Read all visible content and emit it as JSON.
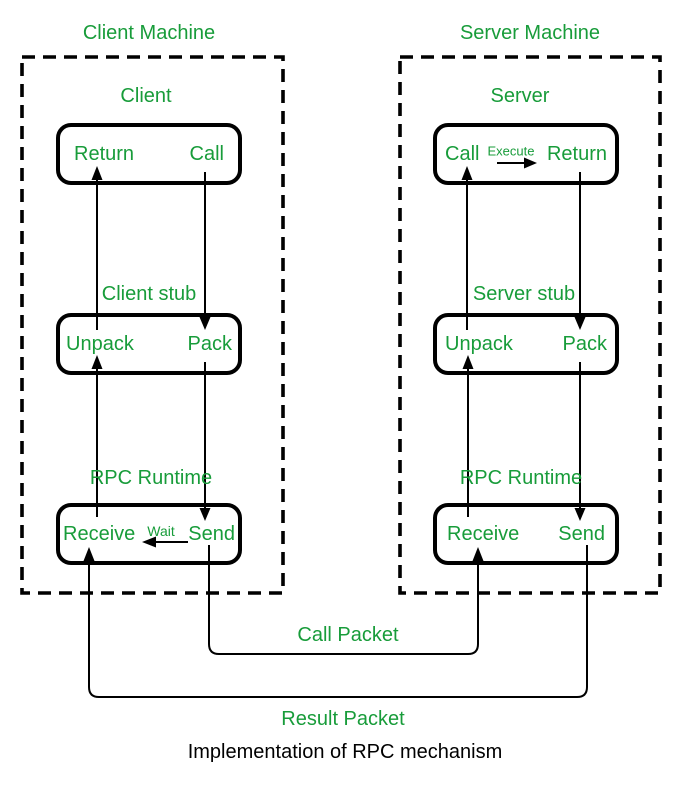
{
  "colors": {
    "green": "#189C3A",
    "black": "#000000",
    "background": "#FFFFFF"
  },
  "client_machine": {
    "title": "Client Machine",
    "client_box": {
      "label": "Client",
      "left": "Return",
      "right": "Call"
    },
    "stub_box": {
      "label": "Client stub",
      "left": "Unpack",
      "right": "Pack"
    },
    "runtime_box": {
      "label": "RPC Runtime",
      "left": "Receive",
      "right": "Send",
      "wait_label": "Wait"
    }
  },
  "server_machine": {
    "title": "Server Machine",
    "server_box": {
      "label": "Server",
      "left": "Call",
      "right": "Return",
      "execute_label": "Execute"
    },
    "stub_box": {
      "label": "Server stub",
      "left": "Unpack",
      "right": "Pack"
    },
    "runtime_box": {
      "label": "RPC Runtime",
      "left": "Receive",
      "right": "Send"
    }
  },
  "connectors": {
    "call_packet": "Call Packet",
    "result_packet": "Result Packet"
  },
  "caption": "Implementation of RPC mechanism"
}
